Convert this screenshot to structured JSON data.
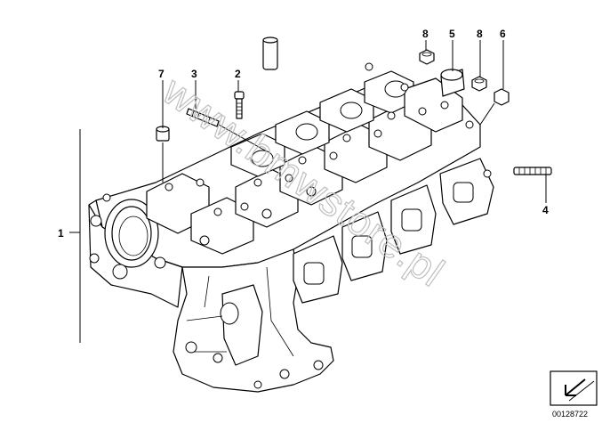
{
  "watermark": "www.bmwstore.pl",
  "callouts": [
    {
      "id": "1",
      "label": "1"
    },
    {
      "id": "2",
      "label": "2"
    },
    {
      "id": "3",
      "label": "3"
    },
    {
      "id": "4",
      "label": "4"
    },
    {
      "id": "5",
      "label": "5"
    },
    {
      "id": "6",
      "label": "6"
    },
    {
      "id": "7",
      "label": "7"
    },
    {
      "id": "8a",
      "label": "8"
    },
    {
      "id": "8b",
      "label": "8"
    }
  ],
  "reference_number": "00128722",
  "colors": {
    "line": "#000000",
    "background": "#ffffff",
    "watermark": "#bfbfbf"
  }
}
